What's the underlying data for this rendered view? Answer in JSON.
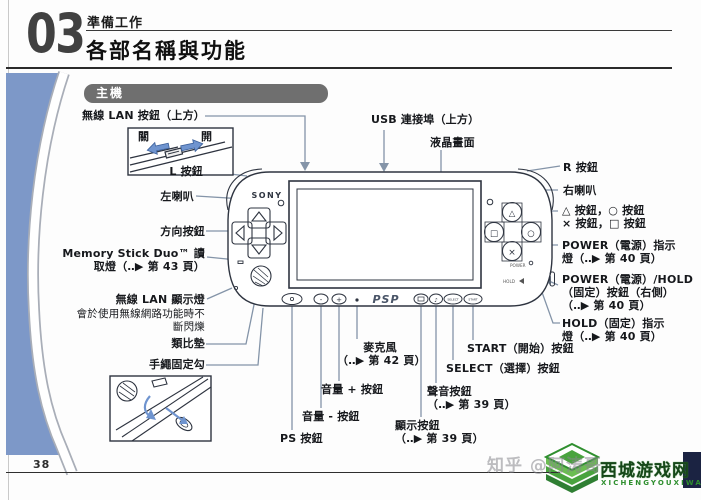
{
  "header": {
    "number": "03",
    "kicker": "準備工作",
    "title": "各部名稱與功能",
    "section": "主機"
  },
  "inset_switch": {
    "off": "關",
    "on": "開"
  },
  "labels": {
    "wlan_button": "無線 LAN 按鈕（上方）",
    "l_button": "L 按鈕",
    "left_speaker": "左喇叭",
    "dpad": "方向按鈕",
    "ms_led": "Memory Stick Duo™ 讀\n取燈（‥▶ 第 43 頁）",
    "wlan_led": "無線 LAN 顯示燈",
    "wlan_led_note": "會於使用無線網路功能時不\n斷閃爍",
    "analog": "類比墊",
    "strap": "手繩固定勾",
    "usb": "USB 連接埠（上方）",
    "lcd": "液晶畫面",
    "r_button": "R 按鈕",
    "right_speaker": "右喇叭",
    "face_buttons": "△ 按鈕，○ 按鈕\n× 按鈕，□ 按鈕",
    "power_led": "POWER（電源）指示\n燈（‥▶ 第 40 頁）",
    "power_hold": "POWER（電源）/HOLD\n（固定）按鈕（右側）\n（‥▶ 第 40 頁）",
    "hold_led": "HOLD（固定）指示\n燈（‥▶ 第 40 頁）",
    "start": "START（開始）按鈕",
    "select": "SELECT（選擇）按鈕",
    "sound": "聲音按鈕\n（‥▶ 第 39 頁）",
    "display": "顯示按鈕\n（‥▶ 第 39 頁）",
    "mic": "麥克風\n（‥▶ 第 42 頁）",
    "vol_plus": "音量 + 按鈕",
    "vol_minus": "音量 - 按鈕",
    "ps": "PS 按鈕"
  },
  "device": {
    "brand": "SONY",
    "logo": "PSP",
    "power": "POWER",
    "hold": "HOLD",
    "select": "SELECT",
    "start": "START",
    "glyph_triangle": "△",
    "glyph_circle": "○",
    "glyph_cross": "×",
    "glyph_square": "□",
    "glyph_minus": "-",
    "glyph_plus": "+",
    "glyph_note": "♪"
  },
  "footer": {
    "page": "38"
  },
  "watermark": {
    "overlay": "知乎 @阿涛哥",
    "brand": "西城游戏网",
    "brand_sub": "XICHENGYOUXIWANG"
  },
  "colors": {
    "accent_blue": "#7d98c8",
    "leader": "#8494a8",
    "arrow_blue": "#6f94cf",
    "brand_green": "#2f8f2f"
  }
}
